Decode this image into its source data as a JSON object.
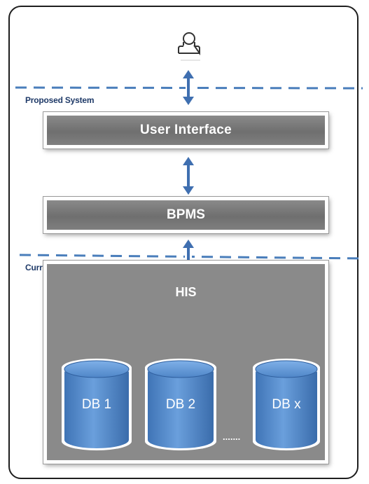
{
  "sections": {
    "proposed_label": "Proposed System",
    "current_label": "Current HIS"
  },
  "layers": {
    "user_interface": "User Interface",
    "bpms": "BPMS",
    "his": "HIS"
  },
  "databases": [
    {
      "label": "DB 1"
    },
    {
      "label": "DB 2"
    },
    {
      "label": "DB x"
    }
  ],
  "ellipsis": ".......",
  "icons": {
    "user": "user-icon",
    "arrow": "double-arrow-icon"
  },
  "colors": {
    "dashed_line": "#4a7ebb",
    "arrow": "#3f6fb0",
    "layer_gray": "#7a7a7a",
    "database_blue": "#5a8fcf",
    "label_navy": "#1f3a68"
  }
}
